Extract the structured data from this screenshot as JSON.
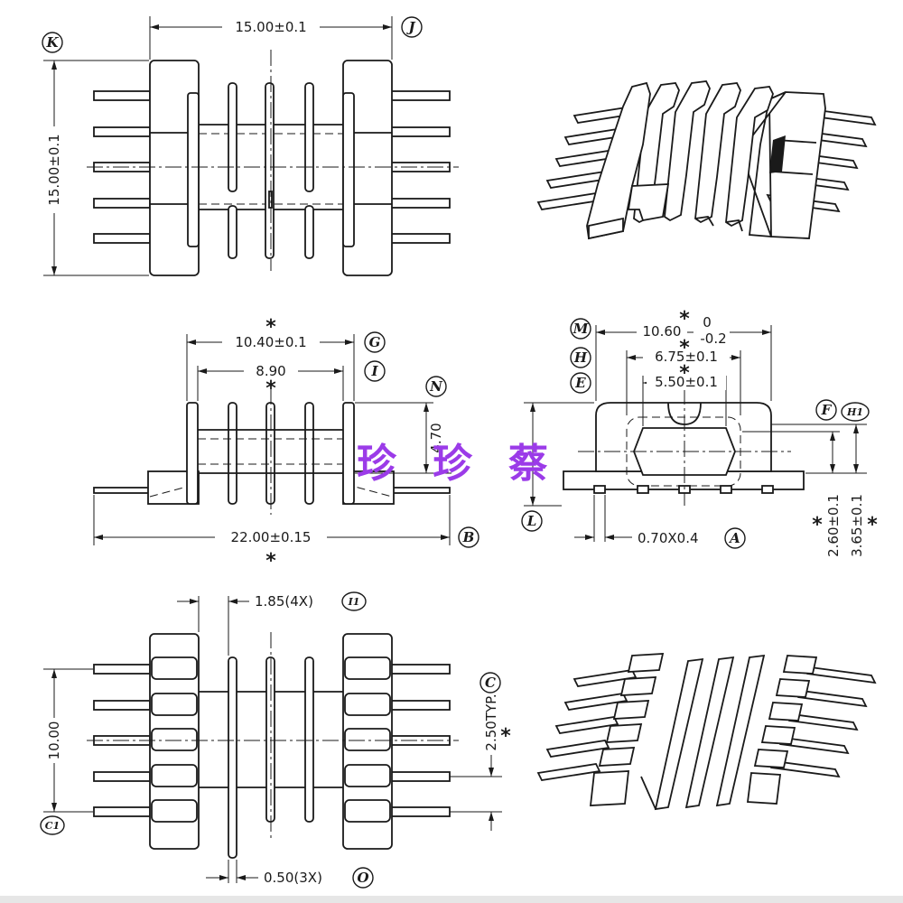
{
  "watermark": "珍珍蔡",
  "dimensions": {
    "top_width": "15.00±0.1",
    "top_height": "15.00±0.1",
    "flange_width": "10.40±0.1",
    "inner_width": "8.90",
    "height_470": "4.70",
    "overall_length": "22.00±0.15",
    "end_width": "10.60",
    "end_width_tol_upper": "0",
    "end_width_tol_lower": "-0.2",
    "end_675": "6.75±0.1",
    "end_550": "5.50±0.1",
    "pin_size": "0.70X0.4",
    "height_260": "2.60±0.1",
    "height_365": "3.65±0.1",
    "slot_185": "1.85(4X)",
    "height_1000": "10.00",
    "pitch_250": "2.50TYP.",
    "wall_050": "0.50(3X)"
  },
  "labels": {
    "J": "J",
    "K": "K",
    "G": "G",
    "I": "I",
    "N": "N",
    "B": "B",
    "M": "M",
    "H": "H",
    "E": "E",
    "F": "F",
    "H1": "H1",
    "L": "L",
    "A": "A",
    "I1": "I1",
    "C": "C",
    "C1": "C1",
    "O": "O"
  },
  "marks": {
    "star": "*"
  }
}
